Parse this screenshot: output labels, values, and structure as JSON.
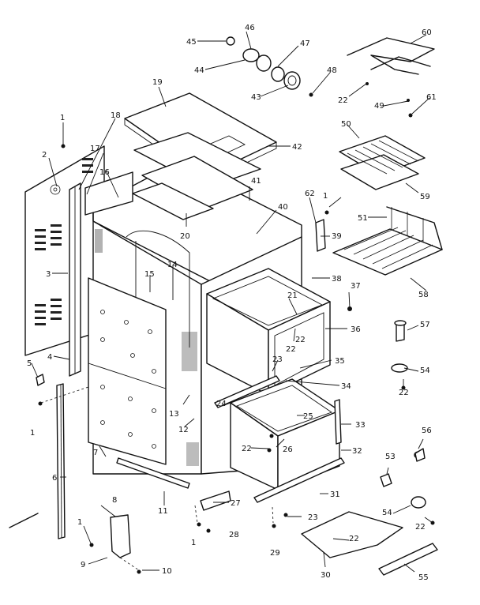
{
  "parts": [
    {
      "key": "p1a",
      "number": "1"
    },
    {
      "key": "p1b",
      "number": "1"
    },
    {
      "key": "p1c",
      "number": "1"
    },
    {
      "key": "p1d",
      "number": "1"
    },
    {
      "key": "p1e",
      "number": "1"
    },
    {
      "key": "p2",
      "number": "2"
    },
    {
      "key": "p3",
      "number": "3"
    },
    {
      "key": "p4",
      "number": "4"
    },
    {
      "key": "p5",
      "number": "5"
    },
    {
      "key": "p6",
      "number": "6"
    },
    {
      "key": "p7",
      "number": "7"
    },
    {
      "key": "p8",
      "number": "8"
    },
    {
      "key": "p9",
      "number": "9"
    },
    {
      "key": "p10",
      "number": "10"
    },
    {
      "key": "p11",
      "number": "11"
    },
    {
      "key": "p12",
      "number": "12"
    },
    {
      "key": "p13",
      "number": "13"
    },
    {
      "key": "p14",
      "number": "14"
    },
    {
      "key": "p15",
      "number": "15"
    },
    {
      "key": "p16",
      "number": "16"
    },
    {
      "key": "p17",
      "number": "17"
    },
    {
      "key": "p18",
      "number": "18"
    },
    {
      "key": "p19",
      "number": "19"
    },
    {
      "key": "p20",
      "number": "20"
    },
    {
      "key": "p21",
      "number": "21"
    },
    {
      "key": "p22a",
      "number": "22"
    },
    {
      "key": "p22b",
      "number": "22"
    },
    {
      "key": "p22c",
      "number": "22"
    },
    {
      "key": "p22d",
      "number": "22"
    },
    {
      "key": "p22e",
      "number": "22"
    },
    {
      "key": "p22f",
      "number": "22"
    },
    {
      "key": "p22g",
      "number": "22"
    },
    {
      "key": "p23a",
      "number": "23"
    },
    {
      "key": "p23b",
      "number": "23"
    },
    {
      "key": "p24",
      "number": "24"
    },
    {
      "key": "p25",
      "number": "25"
    },
    {
      "key": "p26",
      "number": "26"
    },
    {
      "key": "p27",
      "number": "27"
    },
    {
      "key": "p28",
      "number": "28"
    },
    {
      "key": "p29",
      "number": "29"
    },
    {
      "key": "p30",
      "number": "30"
    },
    {
      "key": "p31",
      "number": "31"
    },
    {
      "key": "p32",
      "number": "32"
    },
    {
      "key": "p33",
      "number": "33"
    },
    {
      "key": "p34",
      "number": "34"
    },
    {
      "key": "p35",
      "number": "35"
    },
    {
      "key": "p36",
      "number": "36"
    },
    {
      "key": "p37",
      "number": "37"
    },
    {
      "key": "p38",
      "number": "38"
    },
    {
      "key": "p39",
      "number": "39"
    },
    {
      "key": "p40",
      "number": "40"
    },
    {
      "key": "p41",
      "number": "41"
    },
    {
      "key": "p42",
      "number": "42"
    },
    {
      "key": "p43",
      "number": "43"
    },
    {
      "key": "p44",
      "number": "44"
    },
    {
      "key": "p45",
      "number": "45"
    },
    {
      "key": "p46",
      "number": "46"
    },
    {
      "key": "p47",
      "number": "47"
    },
    {
      "key": "p48",
      "number": "48"
    },
    {
      "key": "p49",
      "number": "49"
    },
    {
      "key": "p50",
      "number": "50"
    },
    {
      "key": "p51",
      "number": "51"
    },
    {
      "key": "p53",
      "number": "53"
    },
    {
      "key": "p54a",
      "number": "54"
    },
    {
      "key": "p54b",
      "number": "54"
    },
    {
      "key": "p55",
      "number": "55"
    },
    {
      "key": "p56",
      "number": "56"
    },
    {
      "key": "p57",
      "number": "57"
    },
    {
      "key": "p58",
      "number": "58"
    },
    {
      "key": "p59",
      "number": "59"
    },
    {
      "key": "p60",
      "number": "60"
    },
    {
      "key": "p61",
      "number": "61"
    },
    {
      "key": "p62",
      "number": "62"
    }
  ]
}
